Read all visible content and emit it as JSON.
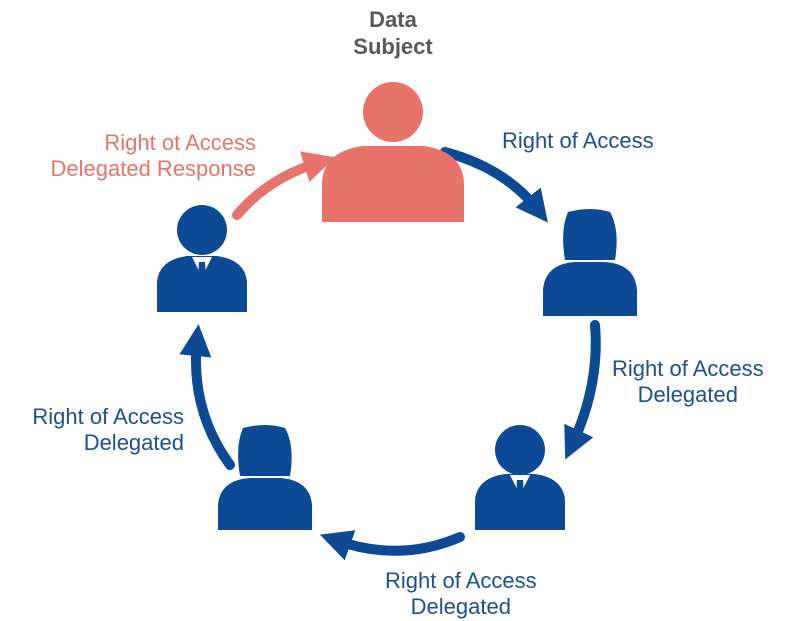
{
  "colors": {
    "blue": "#0d4a96",
    "salmon": "#e8736b",
    "text_blue": "#1f4e8f",
    "text_salmon": "#e8736b",
    "title": "#595959"
  },
  "title": {
    "line1": "Data",
    "line2": "Subject"
  },
  "labels": {
    "top_right": {
      "line1": "Right of Access"
    },
    "right": {
      "line1": "Right of Access",
      "line2": "Delegated"
    },
    "bottom": {
      "line1": "Right of Access",
      "line2": "Delegated"
    },
    "left": {
      "line1": "Right of Access",
      "line2": "Delegated"
    },
    "top_left": {
      "line1": "Right ot Access",
      "line2": "Delegated Response"
    }
  },
  "icons": {
    "data_subject": "person-icon",
    "node_right_top": "woman-icon",
    "node_right_bottom": "businessman-icon",
    "node_bottom_left": "woman-icon",
    "node_left": "businessman-icon"
  }
}
